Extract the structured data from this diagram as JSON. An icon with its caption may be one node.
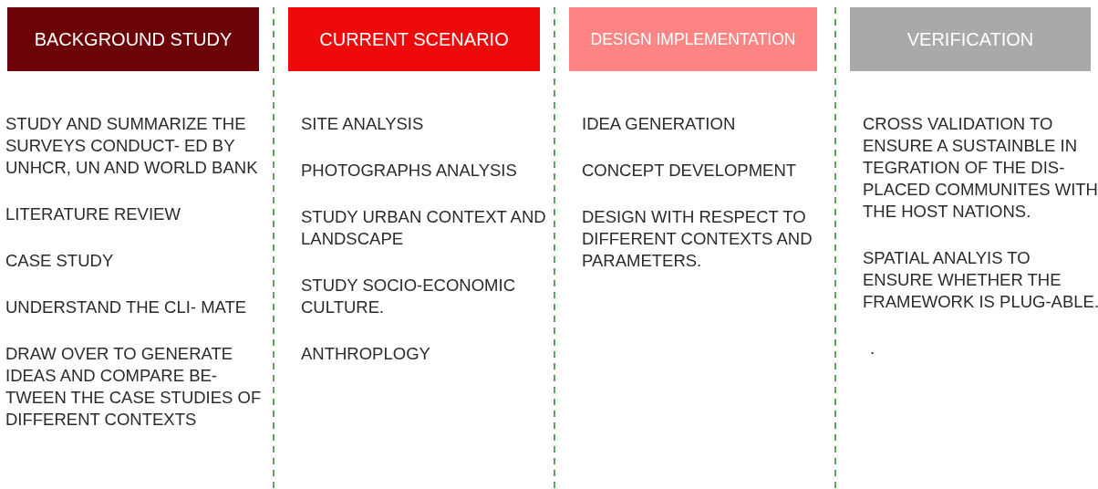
{
  "diagram": {
    "nodes": [
      {
        "text": [
          "BACKGROUND STUDY"
        ]
      },
      {
        "text": [
          "CURRENT SCENARIO"
        ]
      },
      {
        "text": [
          "DESIGN IMPLEMENTATION"
        ]
      },
      {
        "text": [
          "VERIFICATION"
        ]
      }
    ],
    "labels": [
      "STUDY AND SUMMARIZE THE SURVEYS CONDUCT- ED BY UNHCR, UN AND WORLD BANK",
      "LITERATURE REVIEW",
      "CASE STUDY",
      "UNDERSTAND THE CLI- MATE",
      "DRAW OVER TO GENERATE IDEAS AND COMPARE BE- TWEEN THE CASE STUDIES OF DIFFERENT CONTEXTS",
      "SITE ANALYSIS",
      "PHOTOGRAPHS ANALYSIS",
      "STUDY URBAN CONTEXT AND LANDSCAPE",
      "STUDY SOCIO-ECONOMIC CULTURE.",
      "ANTHROPLOGY",
      "IDEA GENERATION",
      "CONCEPT DEVELOPMENT",
      "DESIGN WITH RESPECT TO DIFFERENT CONTEXTS AND PARAMETERS.",
      "CROSS VALIDATION TO ENSURE A SUSTAINBLE IN TEGRATION OF THE DIS- PLACED COMMUNITES WITH THE HOST NATIONS.",
      "SPATIAL ANALYIS TO ENSURE WHETHER THE FRAMEWORK IS PLUG-ABLE.",
      "."
    ]
  }
}
